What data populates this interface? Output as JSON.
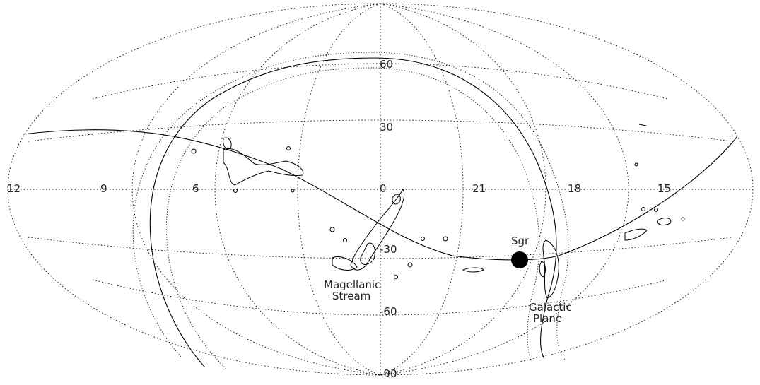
{
  "map": {
    "projection": "Aitoff",
    "grid": true,
    "ra_hour_labels": [
      "12",
      "9",
      "6",
      "0",
      "21",
      "18",
      "15"
    ],
    "dec_labels": [
      "60",
      "30",
      "-30",
      "-60",
      "-90"
    ],
    "features": {
      "magellanic_stream": [
        "Magellanic",
        "Stream"
      ],
      "galactic_plane": [
        "Galactic",
        "Plane"
      ],
      "sgr": "Sgr"
    }
  }
}
